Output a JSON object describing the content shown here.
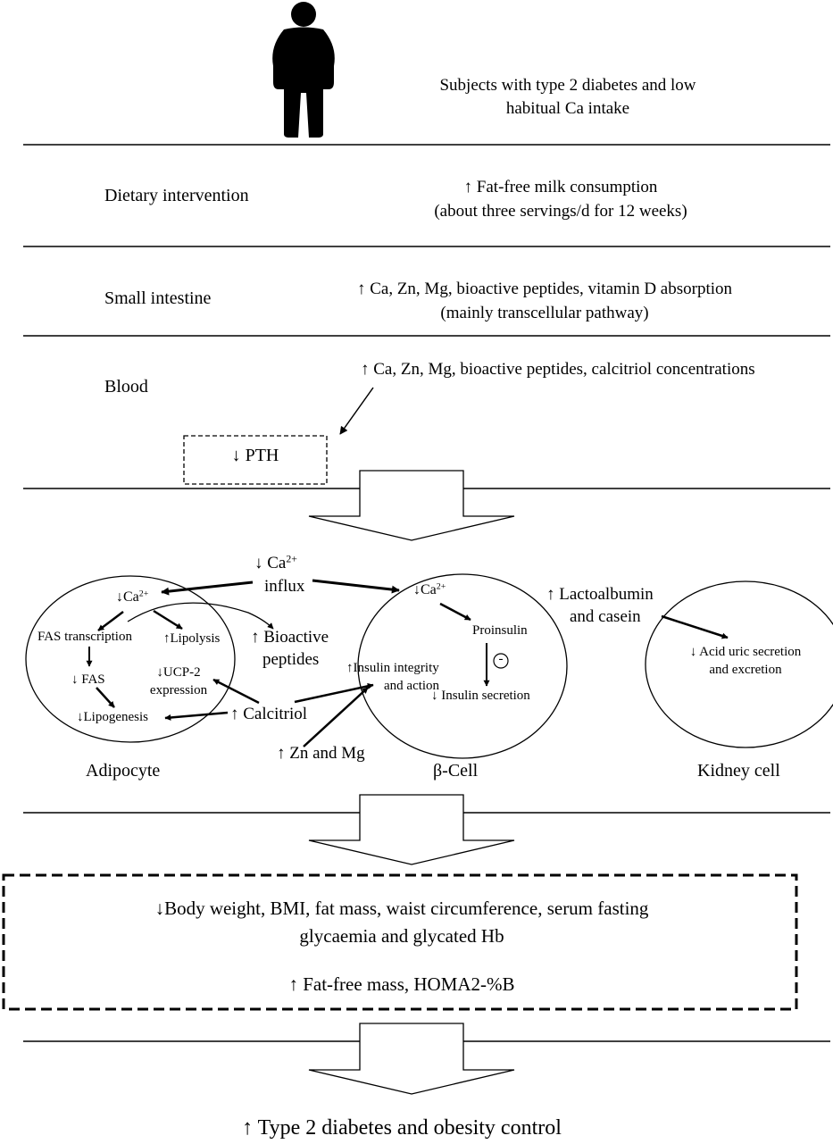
{
  "header": {
    "subjects_line1": "Subjects with type 2 diabetes and low",
    "subjects_line2": "habitual Ca intake"
  },
  "rows": {
    "dietary": {
      "label": "Dietary intervention",
      "line1": "↑ Fat-free milk consumption",
      "line2": "(about three servings/d for 12 weeks)"
    },
    "intestine": {
      "label": "Small intestine",
      "line1": "↑ Ca, Zn, Mg, bioactive peptides, vitamin D absorption",
      "line2": "(mainly transcellular pathway)"
    },
    "blood": {
      "label": "Blood",
      "line1": "↑ Ca, Zn, Mg, bioactive peptides, calcitriol concentrations",
      "pth": "↓ PTH"
    }
  },
  "cells": {
    "ca_influx_base": "↓ Ca",
    "ca_influx_sup": "2+",
    "ca_influx_line2": "influx",
    "adipocyte": {
      "label": "Adipocyte",
      "ca_base": "↓Ca",
      "ca_sup": "2+",
      "fas_transcription": "FAS transcription",
      "lipolysis": "↑Lipolysis",
      "fas": "↓ FAS",
      "ucp2_line1": "↓UCP-2",
      "ucp2_line2": "expression",
      "lipogenesis": "↓Lipogenesis"
    },
    "bioactive_line1": "↑ Bioactive",
    "bioactive_line2": "peptides",
    "calcitriol": "↑ Calcitriol",
    "zn_mg": "↑ Zn and Mg",
    "beta_cell": {
      "label": "β-Cell",
      "ca_base": "↓Ca",
      "ca_sup": "2+",
      "proinsulin": "Proinsulin",
      "inhibit_symbol": "-",
      "insulin_secretion": "↓ Insulin secretion",
      "integrity_line1": "↑Insulin integrity",
      "integrity_line2": "and action"
    },
    "lactoalbumin_line1": "↑ Lactoalbumin",
    "lactoalbumin_line2": "and casein",
    "kidney": {
      "label": "Kidney cell",
      "acid_line1": "↓ Acid uric secretion",
      "acid_line2": "and excretion"
    }
  },
  "outcomes": {
    "line1": "↓Body weight, BMI, fat mass, waist circumference, serum fasting",
    "line2": "glycaemia and glycated Hb",
    "line3": "↑ Fat-free mass, HOMA2-%B"
  },
  "final": {
    "text": "↑ Type 2 diabetes and obesity control"
  }
}
